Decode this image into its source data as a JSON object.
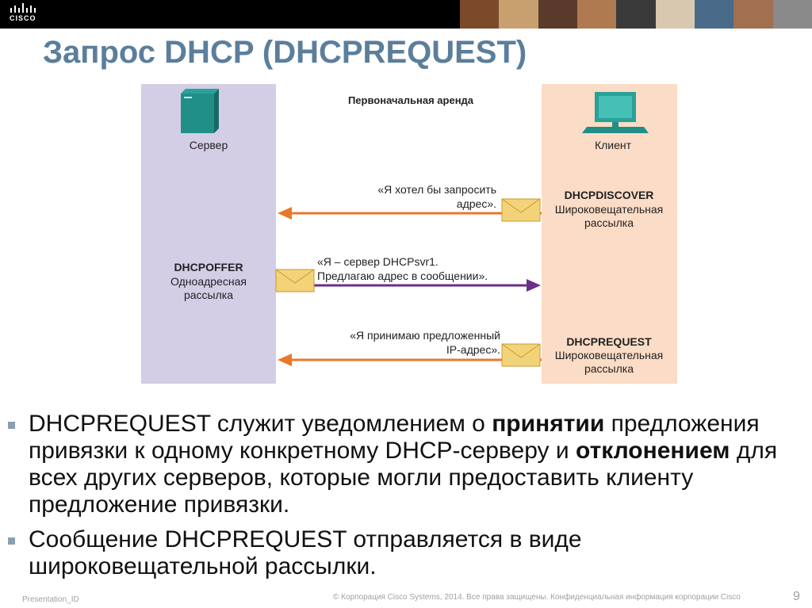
{
  "header": {
    "logo_text": "CISCO"
  },
  "slide": {
    "title": "Запрос DHCP (DHCPREQUEST)"
  },
  "diagram": {
    "heading": "Первоначальная аренда",
    "server_label": "Сервер",
    "client_label": "Клиент",
    "messages": [
      {
        "quote_line1": "«Я хотел бы запросить",
        "quote_line2": "адрес».",
        "type": "DHCPDISCOVER",
        "mode_line1": "Широковещательная",
        "mode_line2": "рассылка",
        "direction": "client-to-server",
        "color": "#e8782a"
      },
      {
        "quote_line1": "«Я – сервер DHCPsvr1.",
        "quote_line2": "Предлагаю адрес в сообщении».",
        "type": "DHCPOFFER",
        "mode_line1": "Одноадресная",
        "mode_line2": "рассылка",
        "direction": "server-to-client",
        "color": "#6b2e8a"
      },
      {
        "quote_line1": "«Я принимаю предложенный",
        "quote_line2": "IP-адрес».",
        "type": "DHCPREQUEST",
        "mode_line1": "Широковещательная",
        "mode_line2": "рассылка",
        "direction": "client-to-server",
        "color": "#e8782a"
      }
    ]
  },
  "bullets": [
    {
      "t1": "DHCPREQUEST служит уведомлением о ",
      "b1": "принятии",
      "t2": " предложения привязки к одному конкретному  DHCP-серверу и ",
      "b2": "отклонением",
      "t3": " для всех других серверов, которые могли предоставить клиенту предложение привязки."
    },
    {
      "t1": "Сообщение DHCPREQUEST отправляется в виде широковещательной рассылки."
    }
  ],
  "footer": {
    "left": "Presentation_ID",
    "center": "© Корпорация Cisco Systems, 2014. Все права защищены. Конфиденциальная информация корпорации Cisco",
    "page": "9"
  }
}
